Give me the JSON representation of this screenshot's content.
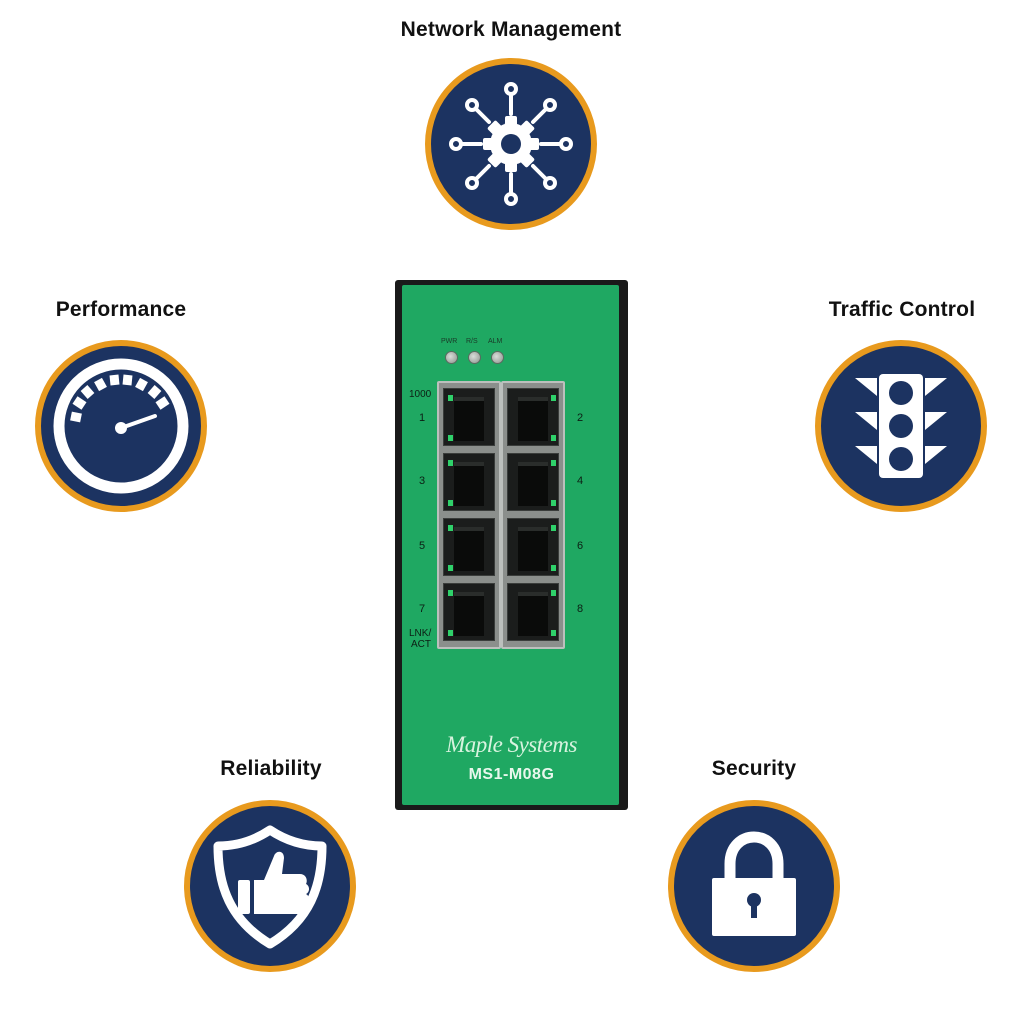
{
  "features": {
    "network_management": {
      "label": "Network Management",
      "icon": "network-gear-icon"
    },
    "performance": {
      "label": "Performance",
      "icon": "speedometer-icon"
    },
    "traffic_control": {
      "label": "Traffic Control",
      "icon": "traffic-light-icon"
    },
    "reliability": {
      "label": "Reliability",
      "icon": "shield-thumbs-up-icon"
    },
    "security": {
      "label": "Security",
      "icon": "padlock-icon"
    }
  },
  "device": {
    "brand": "Maple Systems",
    "model": "MS1-M08G",
    "status_leds": [
      "PWR",
      "R/S",
      "ALM"
    ],
    "speed_label": "1000",
    "link_label_line1": "LNK/",
    "link_label_line2": "ACT",
    "ports_left": [
      "1",
      "3",
      "5",
      "7"
    ],
    "ports_right": [
      "2",
      "4",
      "6",
      "8"
    ]
  },
  "colors": {
    "badge_fill": "#1c3361",
    "badge_ring": "#e89a1e",
    "device_green": "#1fa862"
  }
}
